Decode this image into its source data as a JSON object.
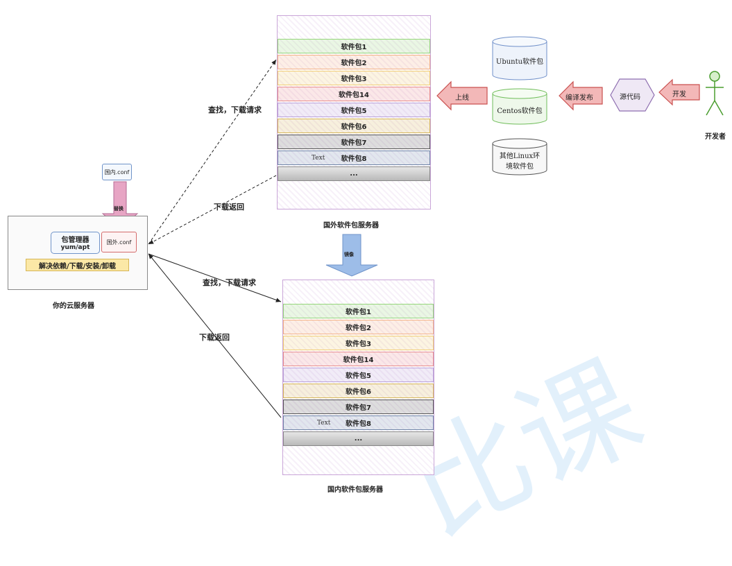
{
  "remote_server": {
    "caption": "国外软件包服务器",
    "packages": [
      "软件包1",
      "软件包2",
      "软件包3",
      "软件包14",
      "软件包5",
      "软件包6",
      "软件包7",
      "软件包8"
    ],
    "text_label": "Text",
    "ellipsis": "...",
    "colors": [
      "#95d67a",
      "#f4b183",
      "#f2cc70",
      "#e98c8c",
      "#b9a0d9",
      "#d6b656",
      "#555555",
      "#6f85a8"
    ]
  },
  "local_server": {
    "caption": "国内软件包服务器",
    "packages": [
      "软件包1",
      "软件包2",
      "软件包3",
      "软件包14",
      "软件包5",
      "软件包6",
      "软件包7",
      "软件包8"
    ],
    "text_label": "Text",
    "ellipsis": "..."
  },
  "cloud_server": {
    "caption": "你的云服务器",
    "package_manager": "包管理器",
    "package_manager_cmd": "yum/apt",
    "foreign_conf": "国外.conf",
    "domestic_conf": "国内.conf",
    "replace_label": "替换",
    "features": "解决依赖/下载/安装/卸载"
  },
  "edges": {
    "remote_request": "查找，下载请求",
    "remote_return": "下载返回",
    "local_request": "查找，下载请求",
    "local_return": "下载返回",
    "mirror": "镜像"
  },
  "publish_flow": {
    "developer": "开发者",
    "develop": "开发",
    "source_code": "源代码",
    "compile_publish": "编译发布",
    "upload": "上线",
    "ubuntu_pkg": "Ubuntu软件包",
    "centos_pkg": "Centos软件包",
    "other_pkg": "其他Linux环境软件包"
  }
}
